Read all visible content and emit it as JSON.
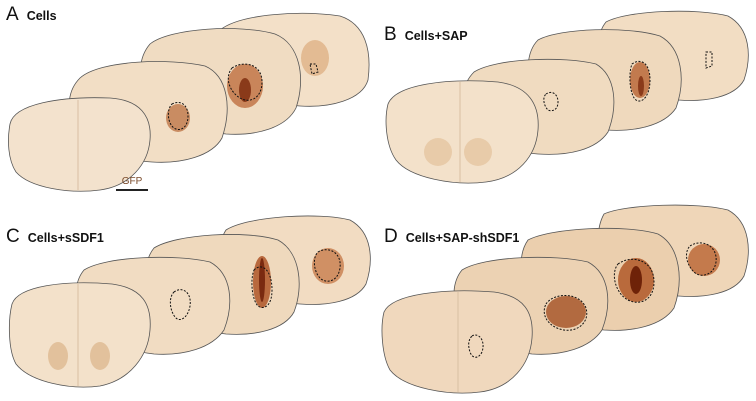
{
  "panels": [
    {
      "letter": "A",
      "condition": "Cells"
    },
    {
      "letter": "B",
      "condition": "Cells+SAP"
    },
    {
      "letter": "C",
      "condition": "Cells+sSDF1"
    },
    {
      "letter": "D",
      "condition": "Cells+SAP-shSDF1"
    }
  ],
  "scale_bar": {
    "label": "GFP"
  },
  "colors": {
    "tissue_light": "#f1dcc3",
    "tissue_mid": "#e6c7a4",
    "stain_dark": "#8a3a1a",
    "outline": "#3a3a3a"
  }
}
